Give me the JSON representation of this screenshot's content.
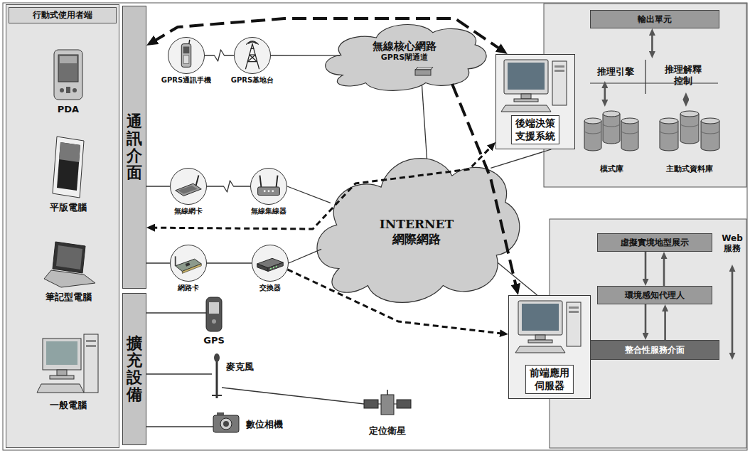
{
  "diagram": {
    "nodes": [
      {
        "text": [
          "行動式使用者端"
        ]
      },
      {
        "text": [
          "通訊介面"
        ]
      },
      {
        "text": [
          "擴充設備"
        ]
      },
      {
        "text": [
          "GPRS通訊手機"
        ]
      },
      {
        "text": [
          "GPRS基地台"
        ]
      },
      {
        "text": [
          "無線網卡"
        ]
      },
      {
        "text": [
          "無線集線器"
        ]
      },
      {
        "text": [
          "網路卡"
        ]
      },
      {
        "text": [
          "交換器"
        ]
      },
      {
        "text": [
          "無線核心網路",
          "GPRS閘通道"
        ]
      },
      {
        "text": [
          "INTERNET 網際網路"
        ]
      },
      {
        "text": [
          "後端決策支援系統"
        ]
      },
      {
        "text": [
          "前端應用伺服器"
        ]
      },
      {
        "text": [
          "輸出單元"
        ]
      },
      {
        "text": [
          "推理引擎"
        ]
      },
      {
        "text": [
          "推理解釋 控制"
        ]
      },
      {
        "text": [
          "模式庫"
        ]
      },
      {
        "text": [
          "主動式資料庫"
        ]
      },
      {
        "text": [
          "虛擬實境地型展示"
        ]
      },
      {
        "text": [
          "環境感知代理人"
        ]
      },
      {
        "text": [
          "整合性服務介面"
        ]
      }
    ],
    "edges": [
      {
        "from": 1,
        "to": 5,
        "arrow": "none"
      },
      {
        "from": 5,
        "to": 6,
        "arrow": "none"
      },
      {
        "from": 6,
        "to": 10,
        "arrow": "none"
      },
      {
        "from": 1,
        "to": 7,
        "arrow": "none"
      },
      {
        "from": 7,
        "to": 8,
        "arrow": "none"
      },
      {
        "from": 8,
        "to": 10,
        "arrow": "none"
      },
      {
        "from": 3,
        "to": 4,
        "arrow": "none"
      },
      {
        "from": 4,
        "to": 9,
        "arrow": "none"
      },
      {
        "from": 9,
        "to": 10,
        "arrow": "none"
      },
      {
        "from": 10,
        "to": 11,
        "arrow": "none"
      },
      {
        "from": 10,
        "to": 12,
        "arrow": "none"
      },
      {
        "from": 1,
        "to": 11,
        "arrow": "both"
      },
      {
        "from": 9,
        "to": 12,
        "arrow": "to"
      },
      {
        "from": 1,
        "to": 11,
        "arrow": "both"
      },
      {
        "from": 8,
        "to": 12,
        "arrow": "to"
      },
      {
        "from": 13,
        "to": 15,
        "arrow": "both"
      },
      {
        "from": 14,
        "to": 16,
        "arrow": "both"
      },
      {
        "from": 15,
        "to": 17,
        "arrow": "both"
      },
      {
        "from": 18,
        "to": 19,
        "arrow": "to"
      },
      {
        "from": 19,
        "to": 18,
        "arrow": "to"
      },
      {
        "from": 19,
        "to": 20,
        "arrow": "to"
      },
      {
        "from": 20,
        "to": 19,
        "arrow": "to"
      }
    ],
    "labels": [
      "PDA",
      "平版電腦",
      "筆記型電腦",
      "一般電腦",
      "GPS",
      "麥克風",
      "數位相機",
      "定位衛星",
      "Web 服務"
    ]
  }
}
